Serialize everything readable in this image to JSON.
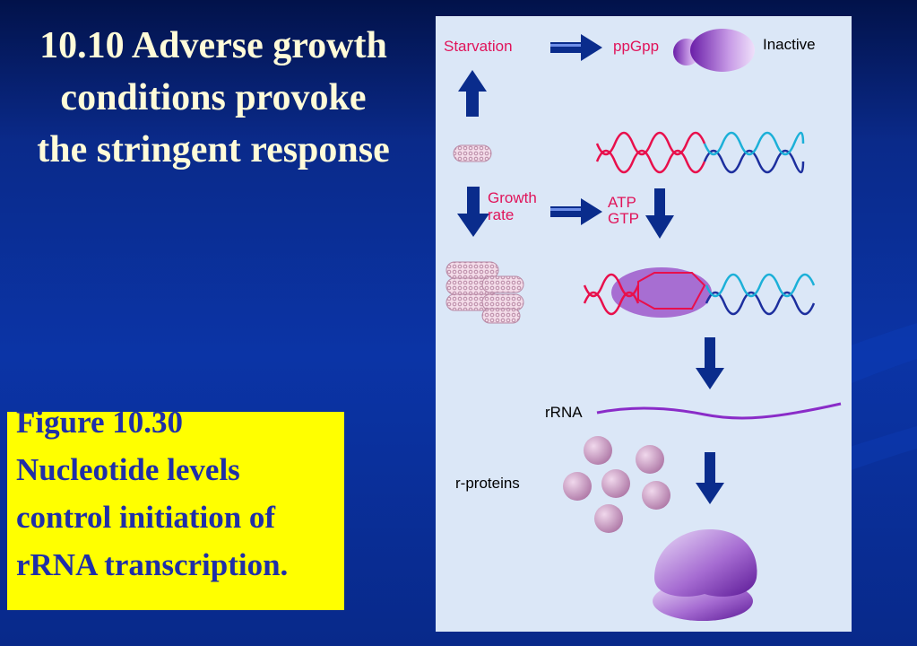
{
  "slide": {
    "title": "10.10 Adverse growth conditions provoke the stringent response",
    "caption": "Figure 10.30 Nucleotide levels control initiation of rRNA transcription."
  },
  "diagram": {
    "starvation": "Starvation",
    "ppgpp": "ppGpp",
    "inactive": "Inactive",
    "growth": "Growth",
    "rate": "rate",
    "atp": "ATP",
    "gtp": "GTP",
    "rrna": "rRNA",
    "rproteins": "r-proteins"
  },
  "colors": {
    "background": "#0b34a6",
    "title_text": "#fffbd8",
    "caption_box": "#ffff00",
    "caption_text": "#1f2fa8",
    "panel": "#dbe7f7",
    "red_label": "#e0145a",
    "arrow_blue": "#0a2c8c",
    "dna_red": "#e8104c",
    "dna_blue": "#1d2f9e",
    "dna_cyan": "#1cb0d8",
    "protein_purple": "#9a50c8"
  }
}
